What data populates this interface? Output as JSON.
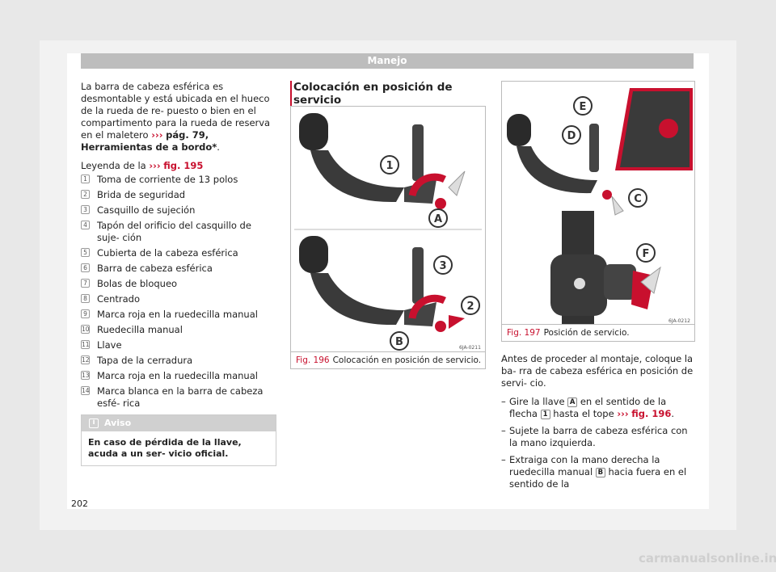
{
  "header": {
    "title": "Manejo"
  },
  "intro": {
    "text": "La barra de cabeza esférica es desmontable y está ubicada en el hueco de la rueda de re- puesto o bien en el compartimento para la rueda de reserva en el maletero",
    "ref_arrow": "›››",
    "ref": "pág. 79, Herramientas de a bordo*",
    "end": "."
  },
  "legend": {
    "lead": "Leyenda de la",
    "arrow": "›››",
    "fig": "fig. 195",
    "items": [
      {
        "n": "1",
        "text": "Toma de corriente de 13 polos"
      },
      {
        "n": "2",
        "text": "Brida de seguridad"
      },
      {
        "n": "3",
        "text": "Casquillo de sujeción"
      },
      {
        "n": "4",
        "text": "Tapón del orificio del casquillo de suje- ción"
      },
      {
        "n": "5",
        "text": "Cubierta de la cabeza esférica"
      },
      {
        "n": "6",
        "text": "Barra de cabeza esférica"
      },
      {
        "n": "7",
        "text": "Bolas de bloqueo"
      },
      {
        "n": "8",
        "text": "Centrado"
      },
      {
        "n": "9",
        "text": "Marca roja en la ruedecilla manual"
      },
      {
        "n": "10",
        "text": "Ruedecilla manual"
      },
      {
        "n": "11",
        "text": "Llave"
      },
      {
        "n": "12",
        "text": "Tapa de la cerradura"
      },
      {
        "n": "13",
        "text": "Marca roja en la ruedecilla manual"
      },
      {
        "n": "14",
        "text": "Marca blanca en la barra de cabeza esfé- rica"
      }
    ]
  },
  "note": {
    "icon": "i",
    "title": "Aviso",
    "body": "En caso de pérdida de la llave, acuda a un ser- vicio oficial."
  },
  "section": {
    "title": "Colocación en posición de servicio"
  },
  "fig196": {
    "label": "Fig. 196",
    "caption": "Colocación en posición de servicio.",
    "code": "6JA-0211",
    "callouts": [
      "1",
      "A",
      "3",
      "2",
      "B"
    ]
  },
  "fig197": {
    "label": "Fig. 197",
    "caption": "Posición de servicio.",
    "code": "6JA-0212",
    "callouts": [
      "E",
      "D",
      "C",
      "F"
    ]
  },
  "steps": {
    "intro": "Antes de proceder al montaje, coloque la ba- rra de cabeza esférica en posición de servi- cio.",
    "s1_a": "Gire la llave",
    "s1_badge1": "A",
    "s1_b": "en el sentido de la flecha",
    "s1_badge2": "1",
    "s1_c": "hasta el tope",
    "s1_arrow": "›››",
    "s1_fig": "fig. 196",
    "s1_end": ".",
    "s2": "Sujete la barra de cabeza esférica con la mano izquierda.",
    "s3_a": "Extraiga con la mano derecha la ruedecilla manual",
    "s3_badge": "B",
    "s3_b": "hacia fuera en el sentido de la"
  },
  "page_number": "202",
  "watermark": "carmanualsonline.info",
  "colors": {
    "accent": "#c8102e",
    "header": "#bdbdbd"
  }
}
